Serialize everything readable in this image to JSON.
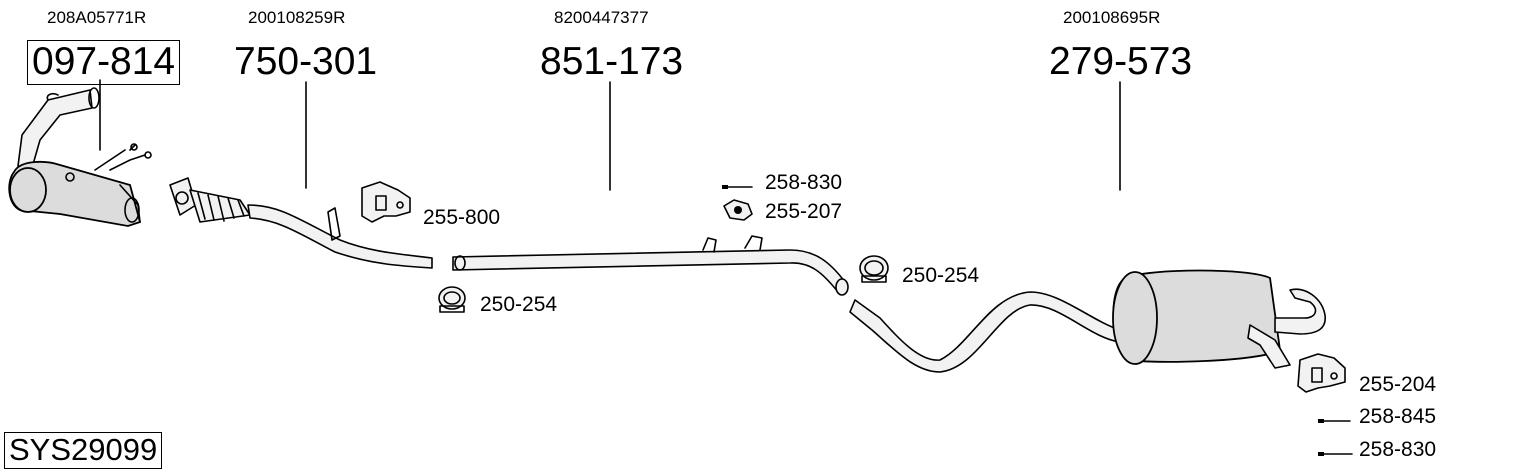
{
  "oe_numbers": {
    "catalyst": "208A05771R",
    "front_pipe": "200108259R",
    "middle_pipe": "8200447377",
    "rear_silencer": "200108695R"
  },
  "part_numbers": {
    "catalyst": "097-814",
    "front_pipe": "750-301",
    "middle_pipe": "851-173",
    "rear_silencer": "279-573"
  },
  "accessories": {
    "rubber_mount_front": "255-800",
    "clamp_front": "250-254",
    "bolt_middle": "258-830",
    "rubber_mount_middle": "255-207",
    "clamp_rear": "250-254",
    "rubber_mount_rear": "255-204",
    "bolt_rear_1": "258-845",
    "bolt_rear_2": "258-830"
  },
  "system_number": "SYS29099"
}
